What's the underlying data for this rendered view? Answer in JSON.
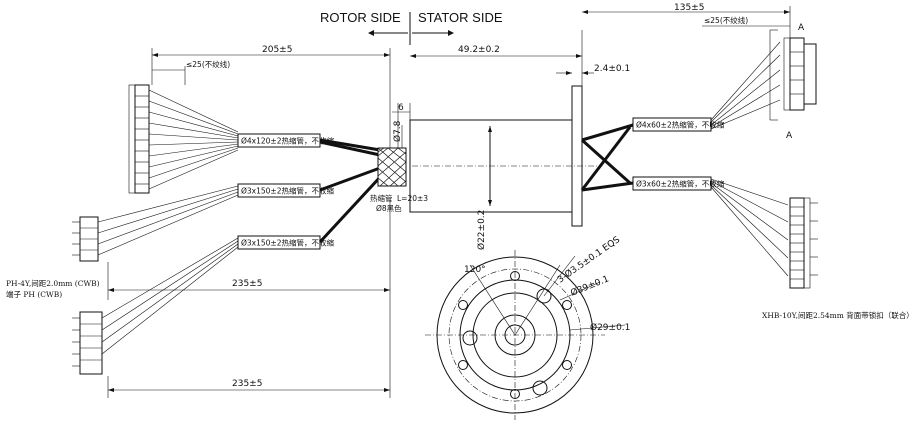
{
  "header": {
    "rotor_side": "ROTOR SIDE",
    "stator_side": "STATOR SIDE"
  },
  "dimensions": {
    "rotor_overall": "205±5",
    "rotor_untwisted": "≤25(不绞线)",
    "body_length": "49.2±0.2",
    "stator_overall": "135±5",
    "stator_untwisted": "≤25(不绞线)",
    "flange_thickness": "2.4±0.1",
    "shaft_len": "6",
    "shaft_dia": "Ø7.8",
    "body_dia": "Ø22±0.2",
    "bottom_1": "235±5",
    "bottom_2": "235±5",
    "bolt_holes": "3-Ø3.5±0.1 EQS",
    "pcd": "Ø39±0.1",
    "hub_dia": "Ø29±0.1",
    "angle": "120°",
    "section_label": "A"
  },
  "cable_notes": {
    "rotor_top": "Ø4x120±2热缩管，不收缩",
    "rotor_mid": "Ø3x150±2热缩管，不收缩",
    "rotor_bot": "Ø3x150±2热缩管，不收缩",
    "stator_top": "Ø4x60±2热缩管，不收缩",
    "stator_bot": "Ø3x60±2热缩管，不收缩",
    "sleeve_1": "热缩管",
    "sleeve_2": "L=20±3",
    "sleeve_3": "Ø8黑色"
  },
  "connector_notes": {
    "left_line1": "PH-4Y,间距2.0mm (CWB)",
    "left_line2": "端子 PH (CWB)",
    "right": "XHB-10Y,间距2.54mm  背面带锁扣（联合）"
  },
  "colors": {
    "line": "#111111",
    "background": "#ffffff"
  }
}
